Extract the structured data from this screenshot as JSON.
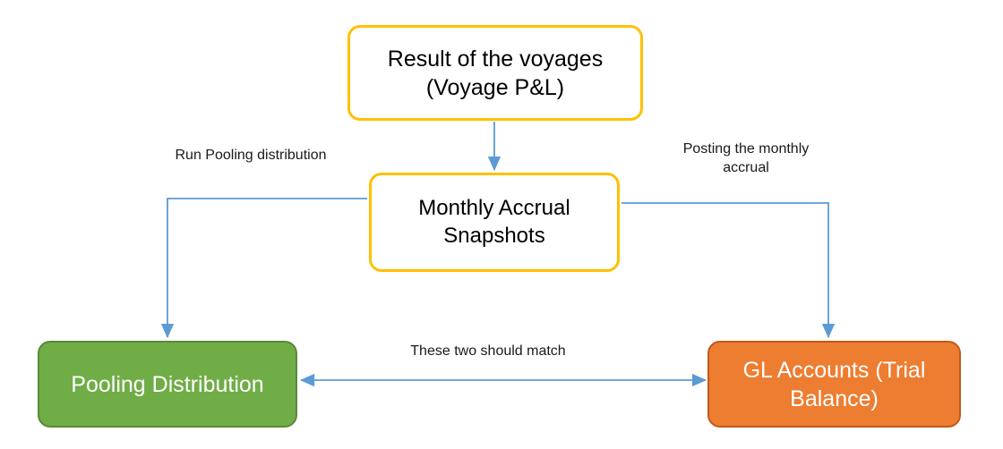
{
  "diagram": {
    "title": "Voyage P&L to Pooling Distribution and GL Accounts flow",
    "background_color": "#FFFFFF",
    "palette": {
      "outline_border": "#FFC000",
      "outline_fill": "#FFFFFF",
      "green_fill": "#70AD47",
      "green_border": "#578A36",
      "orange_fill": "#ED7D31",
      "orange_border": "#C4591A",
      "connector": "#5B9BD5",
      "text_dark": "#000000",
      "text_light": "#FFFFFF"
    },
    "nodes": [
      {
        "id": "voyage-result",
        "label": "Result of the voyages\n(Voyage P&L)",
        "shape": "rounded-rectangle",
        "style": "outline",
        "fill": "#FFFFFF",
        "border": "#FFC000",
        "text_color": "#000000"
      },
      {
        "id": "monthly-accrual",
        "label": "Monthly Accrual\nSnapshots",
        "shape": "rounded-rectangle",
        "style": "outline",
        "fill": "#FFFFFF",
        "border": "#FFC000",
        "text_color": "#000000"
      },
      {
        "id": "pooling-distribution",
        "label": "Pooling Distribution",
        "shape": "rounded-rectangle",
        "style": "filled",
        "fill": "#70AD47",
        "border": "#578A36",
        "text_color": "#FFFFFF"
      },
      {
        "id": "gl-accounts",
        "label": "GL Accounts (Trial\nBalance)",
        "shape": "rounded-rectangle",
        "style": "filled",
        "fill": "#ED7D31",
        "border": "#C4591A",
        "text_color": "#FFFFFF"
      }
    ],
    "edges": [
      {
        "id": "voyage-to-accrual",
        "from": "voyage-result",
        "to": "monthly-accrual",
        "label": "",
        "arrowheads": "end",
        "color": "#5B9BD5"
      },
      {
        "id": "accrual-to-pooling",
        "from": "monthly-accrual",
        "to": "pooling-distribution",
        "label": "Run Pooling distribution",
        "arrowheads": "end",
        "color": "#5B9BD5"
      },
      {
        "id": "accrual-to-gl",
        "from": "monthly-accrual",
        "to": "gl-accounts",
        "label": "Posting the monthly\naccrual",
        "arrowheads": "end",
        "color": "#5B9BD5"
      },
      {
        "id": "pooling-matches-gl",
        "from": "gl-accounts",
        "to": "pooling-distribution",
        "label": "These two should match",
        "arrowheads": "both",
        "color": "#5B9BD5"
      }
    ]
  }
}
